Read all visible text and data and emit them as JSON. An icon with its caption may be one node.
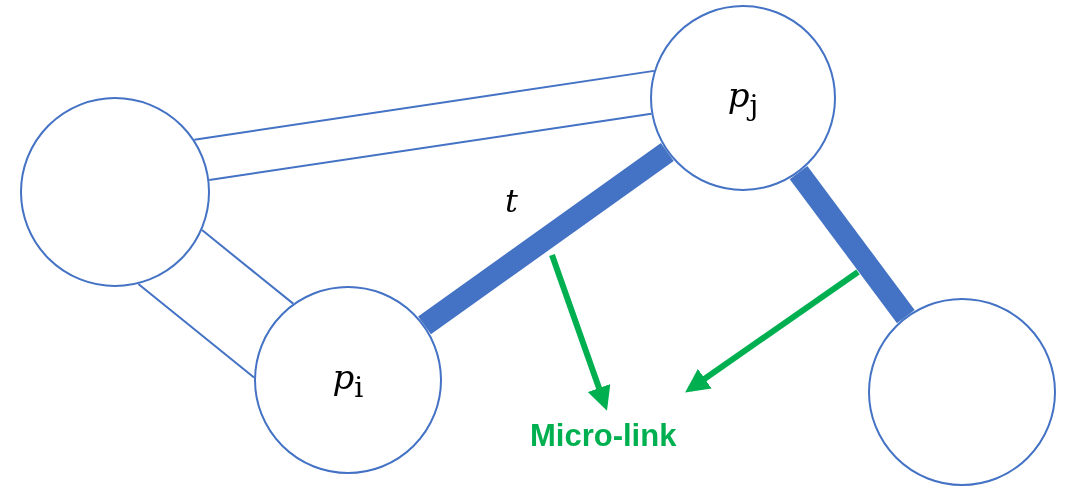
{
  "diagram": {
    "nodes": [
      {
        "text": [],
        "shape": "circle"
      },
      {
        "text": [
          "*p*$_{j}$"
        ]
      },
      {
        "text": [
          "*p*$_{i}$"
        ]
      },
      {
        "text": [],
        "shape": "circle"
      },
      {
        "text": [
          "Micro-link"
        ]
      }
    ],
    "edges": [
      {
        "from": 0,
        "to": 1,
        "arrow": "none"
      },
      {
        "from": 0,
        "to": 1,
        "arrow": "none"
      },
      {
        "from": 0,
        "to": 2,
        "arrow": "none"
      },
      {
        "from": 0,
        "to": 2,
        "arrow": "none"
      },
      {
        "from": 2,
        "to": 1,
        "arrow": "none",
        "style": "thick",
        "label": "*t*"
      },
      {
        "from": 1,
        "to": 3,
        "arrow": "none",
        "style": "thick"
      },
      {
        "from": null,
        "to": 4,
        "arrow": "to",
        "style": "thick",
        "color": "#00b050"
      },
      {
        "from": null,
        "to": 4,
        "arrow": "to",
        "style": "thick",
        "color": "#00b050"
      }
    ]
  }
}
